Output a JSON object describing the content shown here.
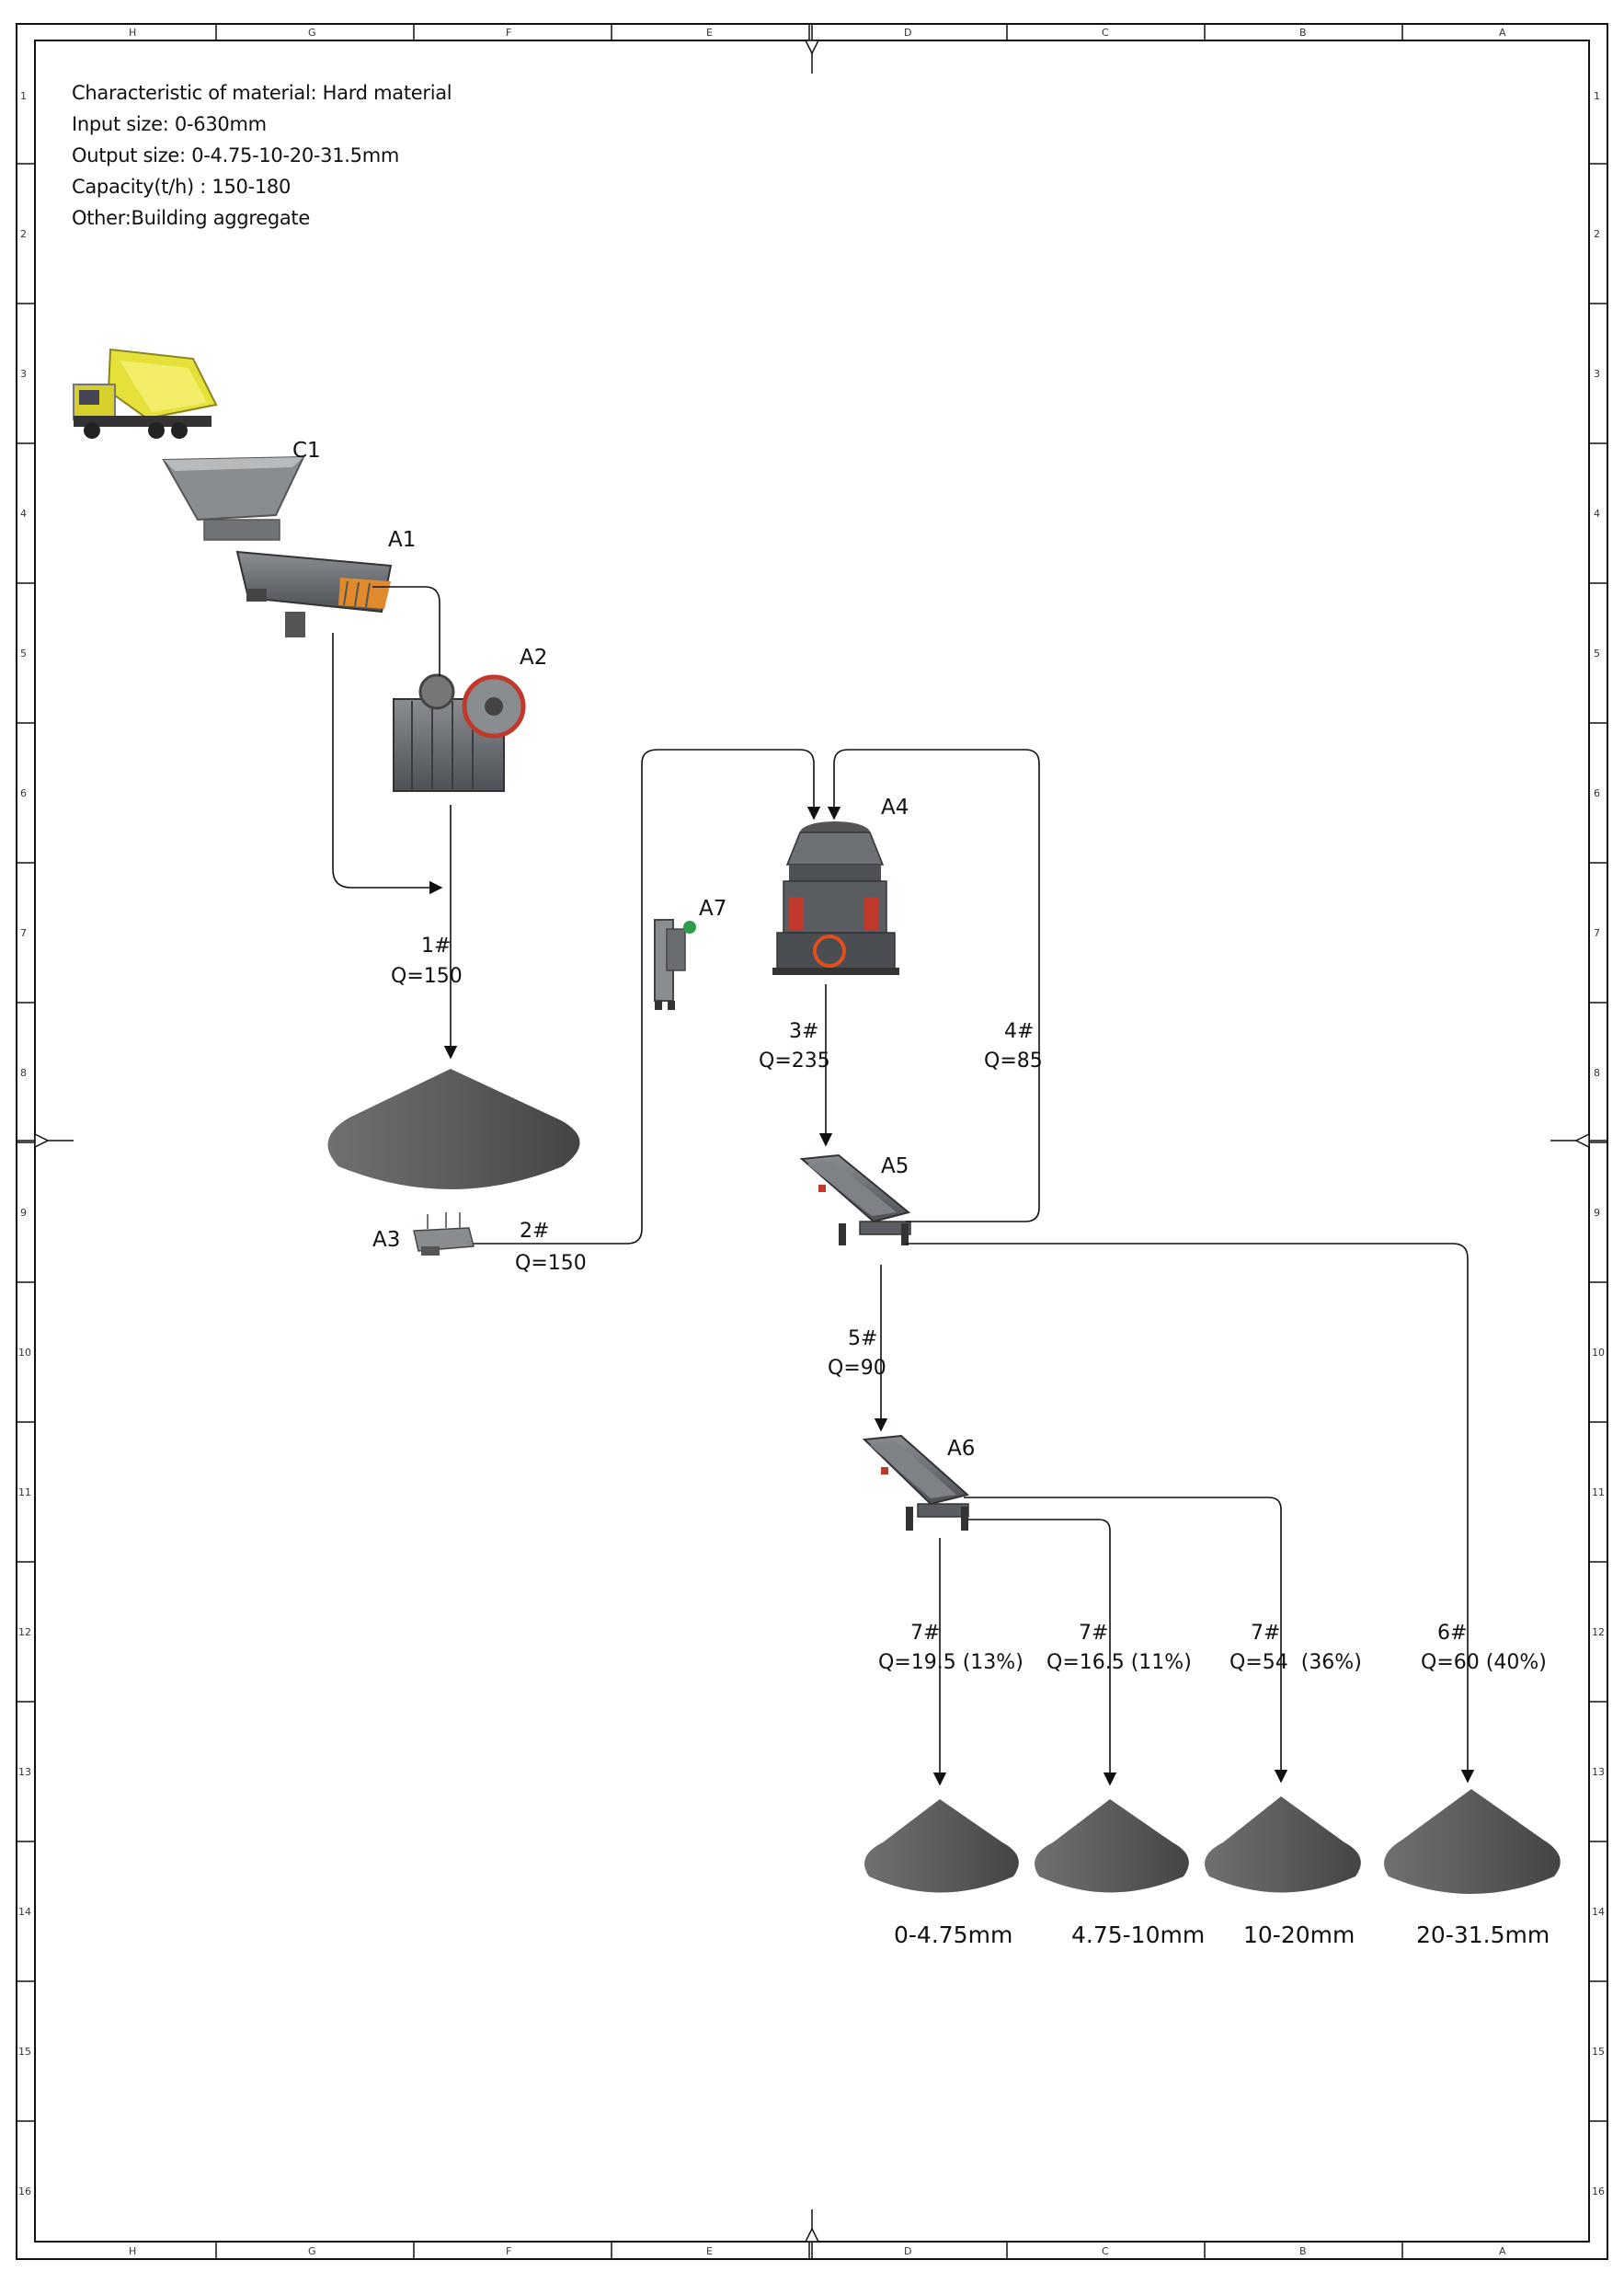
{
  "notes": {
    "material": "Characteristic of material: Hard material",
    "input": "Input size: 0-630mm",
    "output": "Output size: 0-4.75-10-20-31.5mm",
    "capacity": "Capacity(t/h) : 150-180",
    "other": "Other:Building aggregate"
  },
  "grid": {
    "columns": [
      "H",
      "G",
      "F",
      "E",
      "D",
      "C",
      "B",
      "A"
    ],
    "rows": [
      "1",
      "2",
      "3",
      "4",
      "5",
      "6",
      "7",
      "8",
      "9",
      "10",
      "11",
      "12",
      "13",
      "14",
      "15",
      "16"
    ]
  },
  "equipment": {
    "c1": "C1",
    "a1": "A1",
    "a2": "A2",
    "a3": "A3",
    "a4": "A4",
    "a5": "A5",
    "a6": "A6",
    "a7": "A7"
  },
  "flows": {
    "f1_id": "1#",
    "f1_q": "Q=150",
    "f2_id": "2#",
    "f2_q": "Q=150",
    "f3_id": "3#",
    "f3_q": "Q=235",
    "f4_id": "4#",
    "f4_q": "Q=85",
    "f5_id": "5#",
    "f5_q": "Q=90",
    "f7a_id": "7#",
    "f7a_q": "Q=19.5 (13%)",
    "f7b_id": "7#",
    "f7b_q": "Q=16.5 (11%)",
    "f7c_id": "7#",
    "f7c_q": "Q=54  (36%)",
    "f6_id": "6#",
    "f6_q": "Q=60 (40%)"
  },
  "products": {
    "p1": "0-4.75mm",
    "p2": "4.75-10mm",
    "p3": "10-20mm",
    "p4": "20-31.5mm"
  },
  "colors": {
    "stockpile": "#5f5f5f",
    "truck": "#e6e03a",
    "steel": "#6f7378",
    "accent_red": "#c0392b",
    "line": "#111111"
  }
}
